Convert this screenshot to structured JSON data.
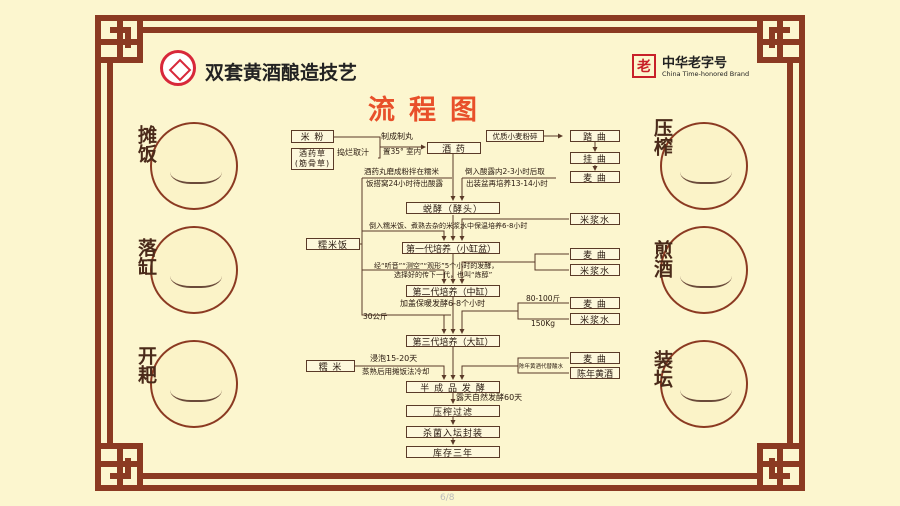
{
  "header": {
    "title": "双套黄酒酿造技艺",
    "flow_title": "流程图",
    "brand_cn": "中华老字号",
    "brand_en": "China Time-honored Brand",
    "brand_mark": "老"
  },
  "stages": {
    "left": [
      "摊饭",
      "落缸",
      "开耙"
    ],
    "right": [
      "压榨",
      "煎酒",
      "装坛"
    ]
  },
  "boxes": {
    "mifen": "米 粉",
    "jiuyaocao": "酒药草\n(筋骨草)",
    "jiuyao": "酒 药",
    "xiaomai": "优质小麦粉碎",
    "taqu": "踏 曲",
    "guaqu": "挂 曲",
    "maiqu": "麦 曲",
    "jiaotou": "蜕酵（酵头）",
    "mijiangshui1": "米浆水",
    "nuomifan": "糯米饭",
    "gen1": "第一代培养（小缸盆）",
    "maiqu2": "麦 曲",
    "mijiangshui2": "米浆水",
    "gen2": "第二代培养（中缸）",
    "maiqu3": "麦 曲",
    "mijiangshui3": "米浆水",
    "gen3": "第三代培养（大缸）",
    "nuomi": "糯 米",
    "maiqu4": "麦 曲",
    "chennian": "陈年黄酒",
    "banchengpin": "半 成 品 发 酵",
    "yazha": "压榨过滤",
    "shajun": "杀菌入坛封装",
    "kucun": "库存三年"
  },
  "notes": {
    "daolan": "捣烂取汁",
    "zhicheng": "制成制丸",
    "zhi35": "置35° 室内",
    "mofen1": "酒药丸磨成粉拌在糯米",
    "mofen2": "饭搭窝24小时待出酸露",
    "suanlu1": "倒入酸露内2-3小时后取",
    "suanlu2": "出装盆再培养13-14小时",
    "daoru": "倒入糯米饭、煮熟去杂的米浆水中保温培养6-8小时",
    "ting1": "经“听音”“测空”“观形”5个小时的发酵，",
    "ting2": "选择好的传下一代，也叫“炼醇”",
    "jiagai": "加盖保暖发酵6-8个小时",
    "jin80": "80-100斤",
    "kg150": "150Kg",
    "gong30": "30公斤",
    "jinpao": "浸泡15-20天",
    "zhengshu": "蒸熟后用摊饭法冷却",
    "chendai": "陈年黄酒代替酸水",
    "lutian": "露天自然发酵60天"
  },
  "footer": {
    "page": "6/8"
  },
  "colors": {
    "frame": "#8b3a22",
    "title_red": "#e8502a",
    "background": "#fcf6cf"
  }
}
